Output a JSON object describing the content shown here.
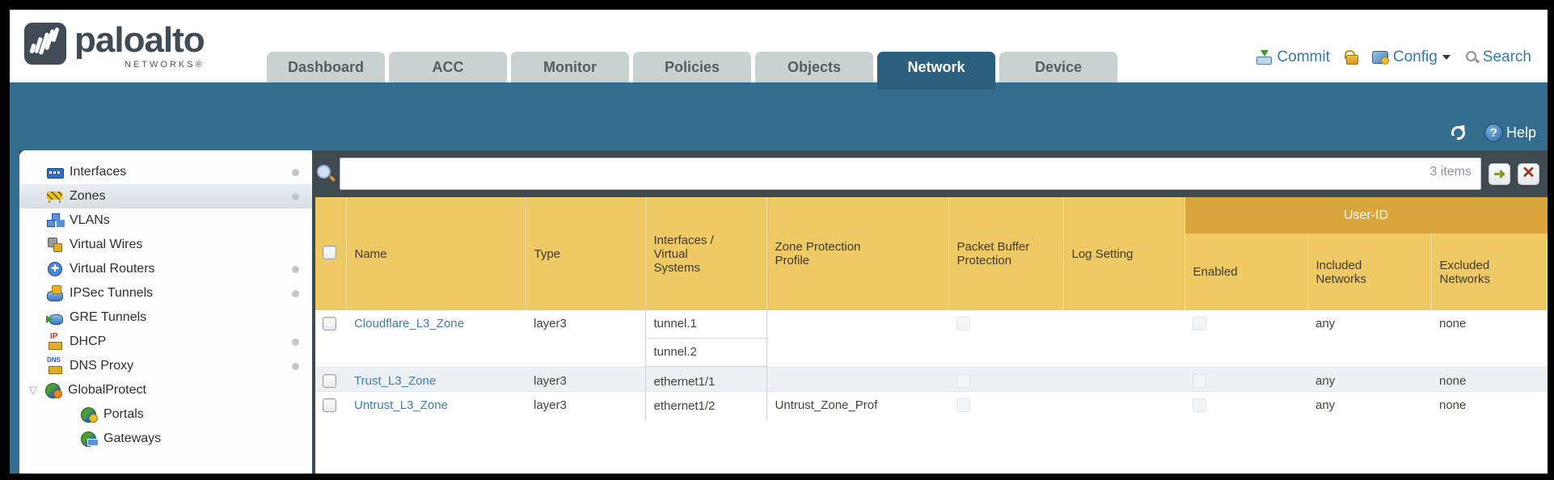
{
  "brand": {
    "name": "paloalto",
    "networks": "NETWORKS®"
  },
  "nav_tabs": {
    "dashboard": "Dashboard",
    "acc": "ACC",
    "monitor": "Monitor",
    "policies": "Policies",
    "objects": "Objects",
    "network": "Network",
    "device": "Device"
  },
  "toplinks": {
    "commit": "Commit",
    "config": "Config",
    "search": "Search"
  },
  "band": {
    "help": "Help"
  },
  "filter_bar": {
    "items_count": "3 items",
    "query_value": ""
  },
  "sidebar": {
    "items": [
      {
        "label": "Interfaces"
      },
      {
        "label": "Zones"
      },
      {
        "label": "VLANs"
      },
      {
        "label": "Virtual Wires"
      },
      {
        "label": "Virtual Routers"
      },
      {
        "label": "IPSec Tunnels"
      },
      {
        "label": "GRE Tunnels"
      },
      {
        "label": "DHCP"
      },
      {
        "label": "DNS Proxy"
      },
      {
        "label": "GlobalProtect"
      },
      {
        "label": "Portals"
      },
      {
        "label": "Gateways"
      }
    ]
  },
  "table": {
    "headers": {
      "name": "Name",
      "type": "Type",
      "interfaces": "Interfaces / Virtual Systems",
      "zone_protection": "Zone Protection Profile",
      "packet_buffer": "Packet Buffer Protection",
      "log_setting": "Log Setting",
      "user_id": "User-ID",
      "enabled": "Enabled",
      "included": "Included Networks",
      "excluded": "Excluded Networks"
    },
    "rows": [
      {
        "name": "Cloudflare_L3_Zone",
        "type": "layer3",
        "interfaces": [
          "tunnel.1",
          "tunnel.2"
        ],
        "zone_protection": "",
        "log_setting": "",
        "included": "any",
        "excluded": "none"
      },
      {
        "name": "Trust_L3_Zone",
        "type": "layer3",
        "interfaces": [
          "ethernet1/1"
        ],
        "zone_protection": "",
        "log_setting": "",
        "included": "any",
        "excluded": "none"
      },
      {
        "name": "Untrust_L3_Zone",
        "type": "layer3",
        "interfaces": [
          "ethernet1/2"
        ],
        "zone_protection": "Untrust_Zone_Prof",
        "log_setting": "",
        "included": "any",
        "excluded": "none"
      }
    ]
  },
  "colors": {
    "header_amber": "#eec964",
    "user_id_band": "#d9a53c",
    "tab_active_blue": "#2b5f7e",
    "band_blue": "#336e8e",
    "link_blue": "#3f7fa8"
  }
}
